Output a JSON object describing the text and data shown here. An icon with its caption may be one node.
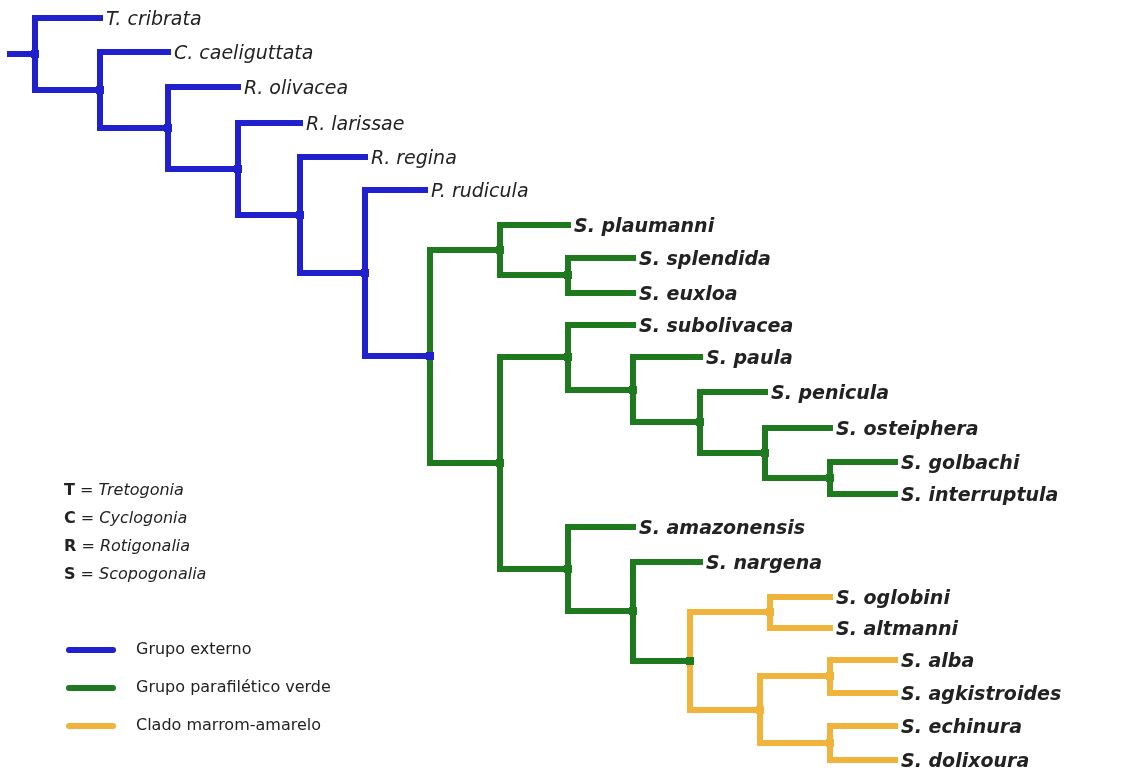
{
  "diagram": {
    "nodes": [
      {
        "text": [],
        "shape": "point"
      },
      {
        "text": [
          "T. cribrata"
        ]
      },
      {
        "text": [],
        "shape": "point"
      },
      {
        "text": [
          "C. caeliguttata"
        ]
      },
      {
        "text": [],
        "shape": "point"
      },
      {
        "text": [
          "R. olivacea"
        ]
      },
      {
        "text": [],
        "shape": "point"
      },
      {
        "text": [
          "R. larissae"
        ]
      },
      {
        "text": [],
        "shape": "point"
      },
      {
        "text": [
          "R. regina"
        ]
      },
      {
        "text": [],
        "shape": "point"
      },
      {
        "text": [
          "P. rudicula"
        ]
      },
      {
        "text": [],
        "shape": "point"
      },
      {
        "text": [],
        "shape": "point"
      },
      {
        "text": [
          "S. plaumanni"
        ]
      },
      {
        "text": [],
        "shape": "point"
      },
      {
        "text": [
          "S. splendida"
        ]
      },
      {
        "text": [
          "S. euxloa"
        ]
      },
      {
        "text": [],
        "shape": "point"
      },
      {
        "text": [],
        "shape": "point"
      },
      {
        "text": [
          "S. subolivacea"
        ]
      },
      {
        "text": [],
        "shape": "point"
      },
      {
        "text": [
          "S. paula"
        ]
      },
      {
        "text": [],
        "shape": "point"
      },
      {
        "text": [
          "S. penicula"
        ]
      },
      {
        "text": [],
        "shape": "point"
      },
      {
        "text": [
          "S. osteiphera"
        ]
      },
      {
        "text": [],
        "shape": "point"
      },
      {
        "text": [
          "S. golbachi"
        ]
      },
      {
        "text": [
          "S. interruptula"
        ]
      },
      {
        "text": [],
        "shape": "point"
      },
      {
        "text": [
          "S. amazonensis"
        ]
      },
      {
        "text": [],
        "shape": "point"
      },
      {
        "text": [
          "S. nargena"
        ]
      },
      {
        "text": [],
        "shape": "point"
      },
      {
        "text": [],
        "shape": "point"
      },
      {
        "text": [
          "S. oglobini"
        ]
      },
      {
        "text": [
          "S. altmanni"
        ]
      },
      {
        "text": [],
        "shape": "point"
      },
      {
        "text": [],
        "shape": "point"
      },
      {
        "text": [
          "S. alba"
        ]
      },
      {
        "text": [
          "S. agkistroides"
        ]
      },
      {
        "text": [],
        "shape": "point"
      },
      {
        "text": [
          "S. echinura"
        ]
      },
      {
        "text": [
          "S. dolixoura"
        ]
      }
    ],
    "edges": [
      {
        "from": null,
        "to": 0,
        "arrow": "none",
        "color": "#2020cc"
      },
      {
        "from": 0,
        "to": 1,
        "arrow": "none",
        "color": "#2020cc"
      },
      {
        "from": 0,
        "to": 2,
        "arrow": "none",
        "color": "#2020cc"
      },
      {
        "from": 2,
        "to": 3,
        "arrow": "none",
        "color": "#2020cc"
      },
      {
        "from": 2,
        "to": 4,
        "arrow": "none",
        "color": "#2020cc"
      },
      {
        "from": 4,
        "to": 5,
        "arrow": "none",
        "color": "#2020cc"
      },
      {
        "from": 4,
        "to": 6,
        "arrow": "none",
        "color": "#2020cc"
      },
      {
        "from": 6,
        "to": 7,
        "arrow": "none",
        "color": "#2020cc"
      },
      {
        "from": 6,
        "to": 8,
        "arrow": "none",
        "color": "#2020cc"
      },
      {
        "from": 8,
        "to": 9,
        "arrow": "none",
        "color": "#2020cc"
      },
      {
        "from": 8,
        "to": 10,
        "arrow": "none",
        "color": "#2020cc"
      },
      {
        "from": 10,
        "to": 11,
        "arrow": "none",
        "color": "#2020cc"
      },
      {
        "from": 10,
        "to": 12,
        "arrow": "none",
        "color": "#2020cc"
      },
      {
        "from": 12,
        "to": 13,
        "arrow": "none"
      },
      {
        "from": 13,
        "to": 14,
        "arrow": "none"
      },
      {
        "from": 13,
        "to": 15,
        "arrow": "none"
      },
      {
        "from": 15,
        "to": 16,
        "arrow": "none"
      },
      {
        "from": 15,
        "to": 17,
        "arrow": "none"
      },
      {
        "from": 12,
        "to": 18,
        "arrow": "none"
      },
      {
        "from": 18,
        "to": 19,
        "arrow": "none"
      },
      {
        "from": 19,
        "to": 20,
        "arrow": "none"
      },
      {
        "from": 19,
        "to": 21,
        "arrow": "none"
      },
      {
        "from": 21,
        "to": 22,
        "arrow": "none"
      },
      {
        "from": 21,
        "to": 23,
        "arrow": "none"
      },
      {
        "from": 23,
        "to": 24,
        "arrow": "none"
      },
      {
        "from": 23,
        "to": 25,
        "arrow": "none"
      },
      {
        "from": 25,
        "to": 26,
        "arrow": "none"
      },
      {
        "from": 25,
        "to": 27,
        "arrow": "none"
      },
      {
        "from": 27,
        "to": 28,
        "arrow": "none"
      },
      {
        "from": 27,
        "to": 29,
        "arrow": "none"
      },
      {
        "from": 18,
        "to": 30,
        "arrow": "none"
      },
      {
        "from": 30,
        "to": 31,
        "arrow": "none"
      },
      {
        "from": 30,
        "to": 32,
        "arrow": "none"
      },
      {
        "from": 32,
        "to": 33,
        "arrow": "none"
      },
      {
        "from": 32,
        "to": 34,
        "arrow": "none"
      },
      {
        "from": 34,
        "to": 35,
        "arrow": "none",
        "color": "#f0b43c"
      },
      {
        "from": 35,
        "to": 36,
        "arrow": "none",
        "color": "#f0b43c"
      },
      {
        "from": 35,
        "to": 37,
        "arrow": "none",
        "color": "#f0b43c"
      },
      {
        "from": 34,
        "to": 38,
        "arrow": "none",
        "color": "#f0b43c"
      },
      {
        "from": 38,
        "to": 39,
        "arrow": "none",
        "color": "#f0b43c"
      },
      {
        "from": 39,
        "to": 40,
        "arrow": "none",
        "color": "#f0b43c"
      },
      {
        "from": 39,
        "to": 41,
        "arrow": "none",
        "color": "#f0b43c"
      },
      {
        "from": 38,
        "to": 42,
        "arrow": "none",
        "color": "#f0b43c"
      },
      {
        "from": 42,
        "to": 43,
        "arrow": "none",
        "color": "#f0b43c"
      },
      {
        "from": 42,
        "to": 44,
        "arrow": "none",
        "color": "#f0b43c"
      }
    ],
    "labels": [
      "**T** = *Tretogonia*",
      "**C** = *Cyclogonia*",
      "**R** = *Rotigonalia*",
      "**S** = *Scopogonalia*"
    ],
    "legend": [
      {
        "text": "Grupo externo",
        "color": "#2020cc"
      },
      {
        "text": "Grupo parafilético verde",
        "color": "#1f7a1f"
      },
      {
        "text": "Clado marrom-amarelo",
        "color": "#f0b43c"
      }
    ]
  }
}
